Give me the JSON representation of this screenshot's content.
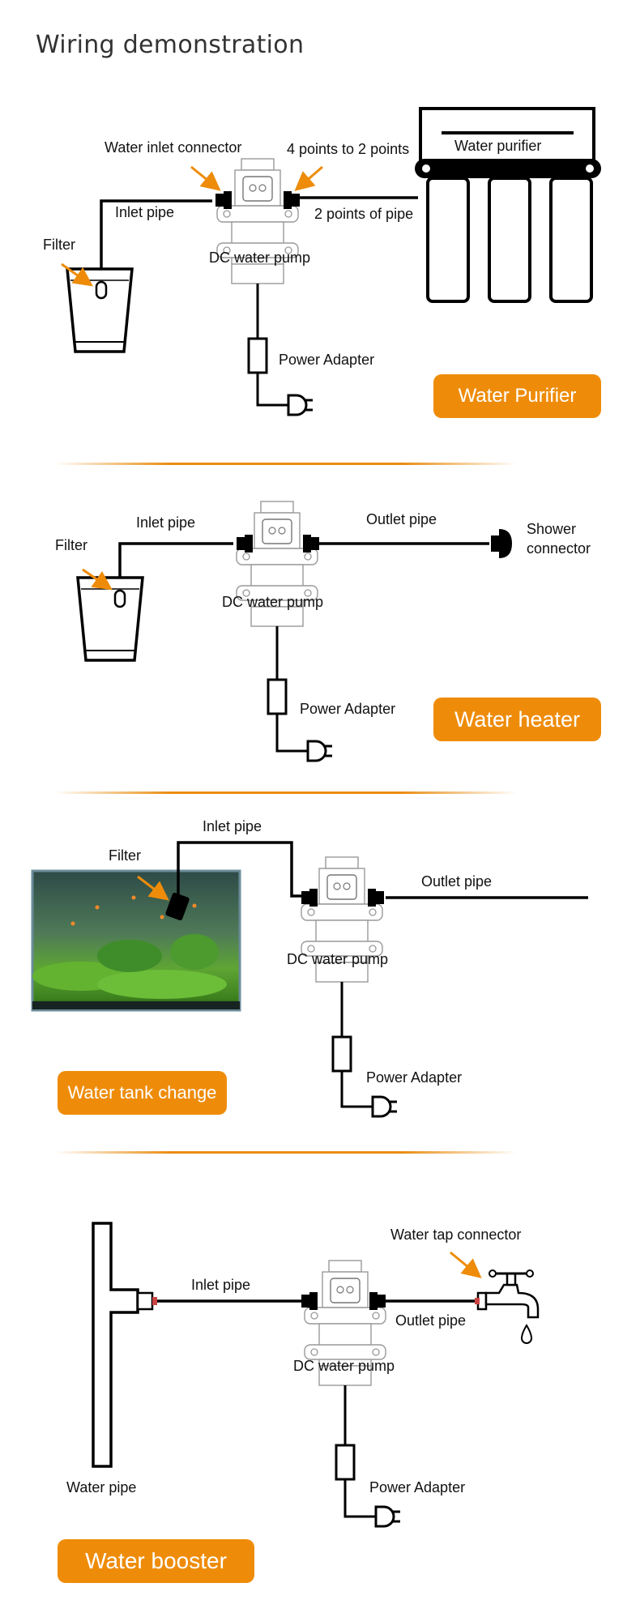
{
  "page_title": "Wiring demonstration",
  "colors": {
    "accent": "#ee8c0a",
    "line": "#000000",
    "pump_outline": "#999999"
  },
  "scenarios": [
    {
      "badge": "Water Purifier",
      "labels": {
        "water_inlet_connector": "Water inlet connector",
        "four_to_two": "4 points to 2 points",
        "water_purifier": "Water purifier",
        "inlet_pipe": "Inlet pipe",
        "two_points_pipe": "2 points of pipe",
        "filter": "Filter",
        "pump": "DC water pump",
        "power_adapter": "Power Adapter"
      }
    },
    {
      "badge": "Water heater",
      "labels": {
        "inlet_pipe": "Inlet pipe",
        "outlet_pipe": "Outlet pipe",
        "shower_connector_1": "Shower",
        "shower_connector_2": "connector",
        "filter": "Filter",
        "pump": "DC water pump",
        "power_adapter": "Power Adapter"
      }
    },
    {
      "badge": "Water tank change",
      "labels": {
        "inlet_pipe": "Inlet pipe",
        "filter": "Filter",
        "outlet_pipe": "Outlet pipe",
        "pump": "DC water pump",
        "power_adapter": "Power Adapter"
      }
    },
    {
      "badge": "Water booster",
      "labels": {
        "water_tap_connector": "Water tap connector",
        "inlet_pipe": "Inlet pipe",
        "outlet_pipe": "Outlet pipe",
        "pump": "DC water pump",
        "water_pipe": "Water pipe",
        "power_adapter": "Power Adapter"
      }
    }
  ]
}
